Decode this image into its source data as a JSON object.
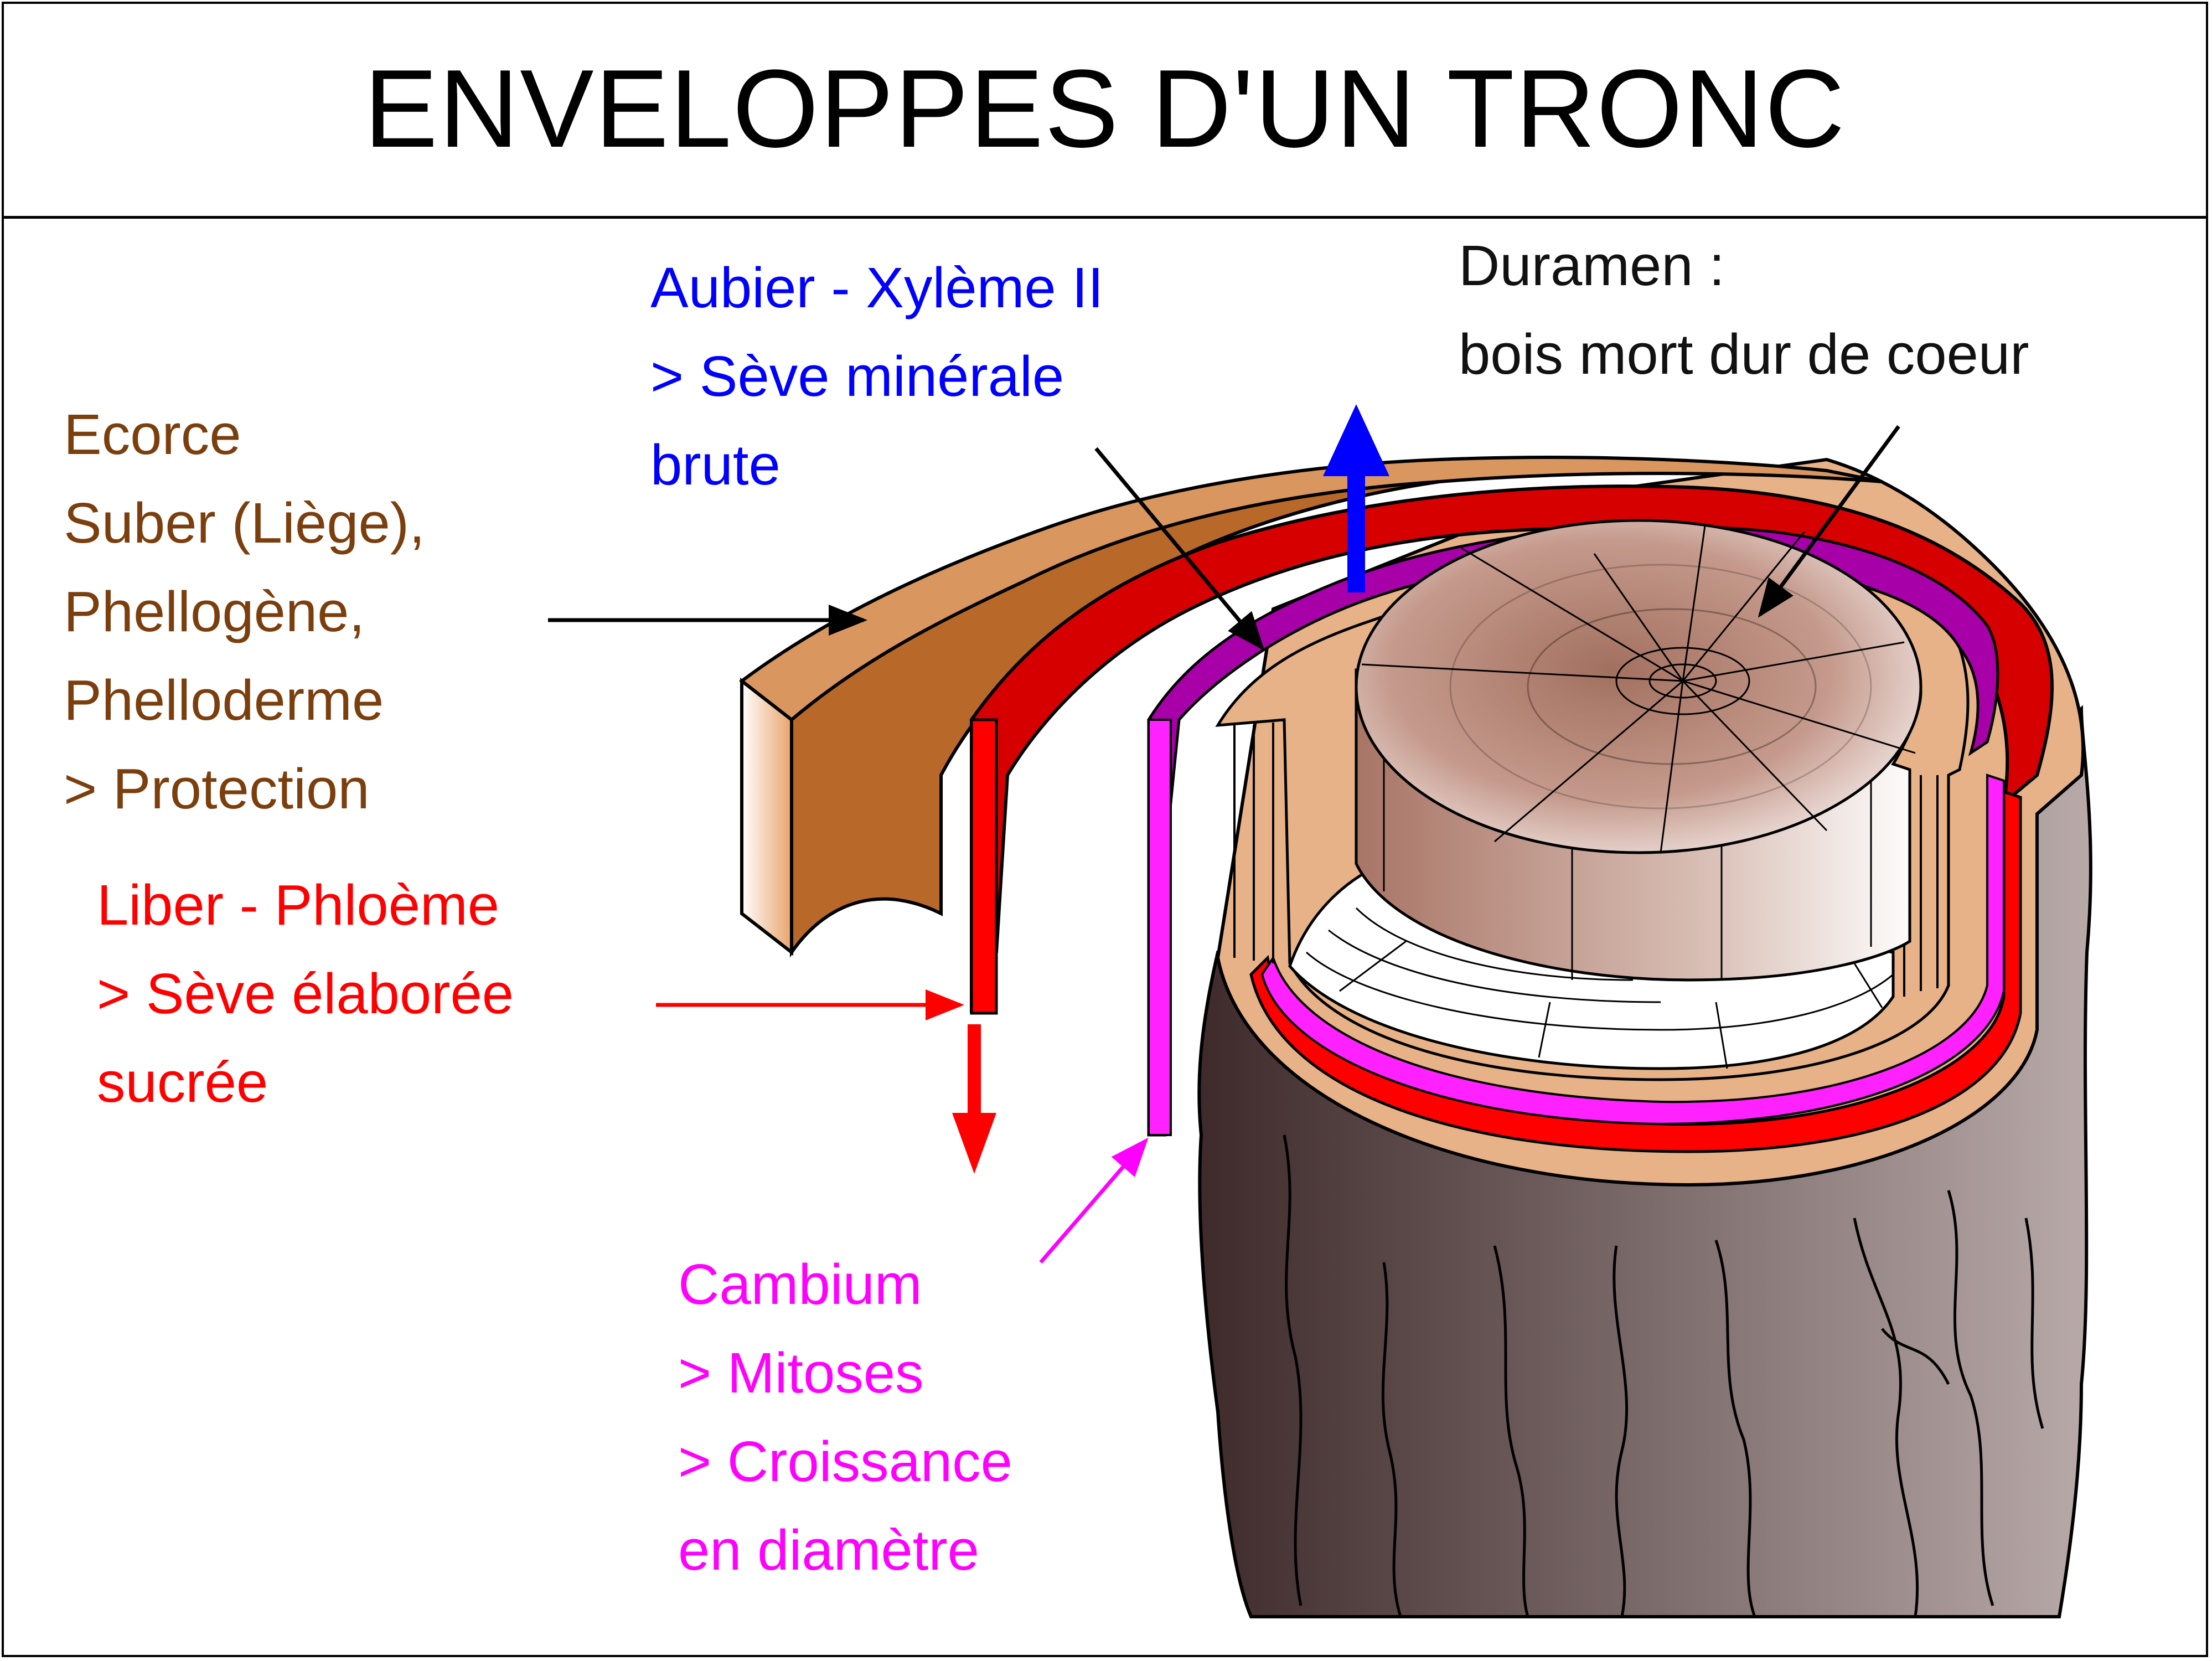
{
  "title": "ENVELOPPES D'UN TRONC",
  "labels": {
    "ecorce": {
      "color": "#7b3f0e",
      "lines": [
        "Ecorce",
        "Suber (Liège),",
        "Phellogène,",
        "Phelloderme",
        "> Protection"
      ]
    },
    "liber": {
      "color": "#ff0000",
      "lines": [
        "Liber - Phloème",
        "> Sève élaborée",
        "sucrée"
      ]
    },
    "aubier": {
      "color": "#0000ff",
      "lines": [
        "Aubier - Xylème II",
        "> Sève minérale",
        "brute"
      ]
    },
    "duramen": {
      "color": "#111111",
      "lines": [
        "Duramen :",
        "bois mort dur de coeur"
      ]
    },
    "cambium": {
      "color": "#ff00ff",
      "lines": [
        "Cambium",
        "> Mitoses",
        "> Croissance",
        "en diamètre"
      ]
    }
  },
  "layer_colors": {
    "bark_outer": "#b8692a",
    "bark_top": "#d9965f",
    "phloem": "#ff0000",
    "phloem_dark": "#d60000",
    "cambium": "#ff22ff",
    "cambium_dark": "#a800a8",
    "sapwood": "#e7b287",
    "heartwood": "#b07a6a",
    "trunk_dark": "#3e2a2b",
    "trunk_light": "#b8aaa9"
  }
}
